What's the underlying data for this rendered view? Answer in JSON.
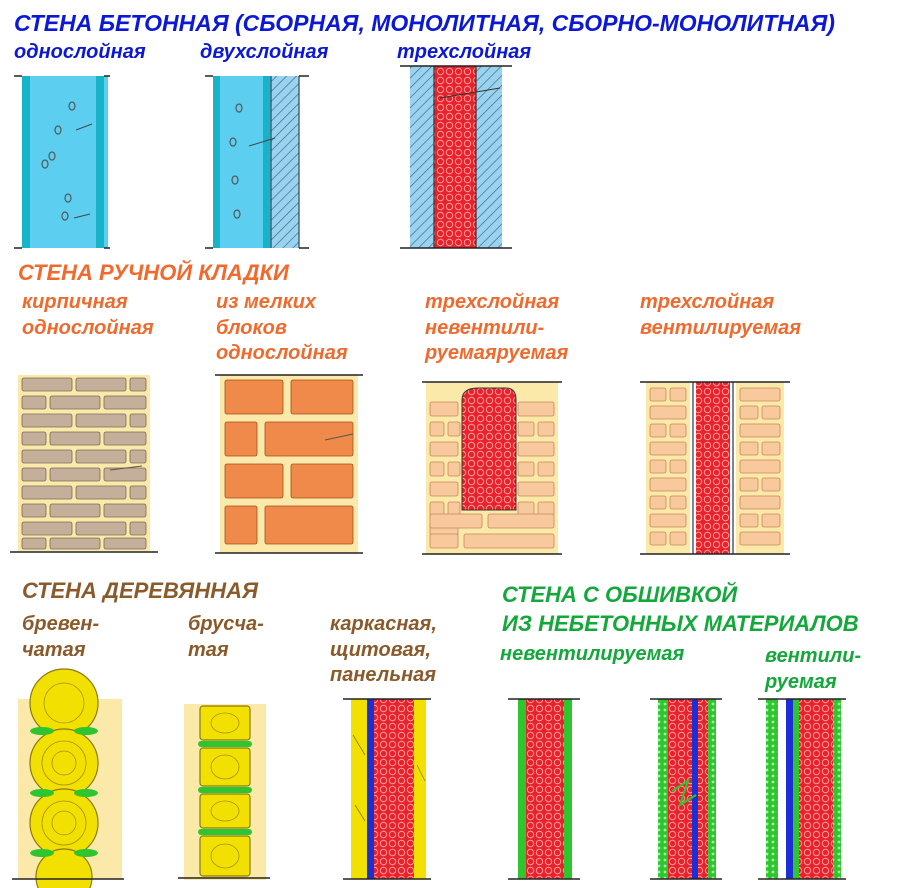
{
  "concrete": {
    "heading": "СТЕНА БЕТОННАЯ (СБОРНАЯ, МОНОЛИТНАЯ, СБОРНО-МОНОЛИТНАЯ)",
    "single_layer": "однослойная",
    "double_layer": "двухслойная",
    "triple_layer": "трехслойная"
  },
  "masonry": {
    "heading": "СТЕНА РУЧНОЙ КЛАДКИ",
    "brick": "кирпичная\nоднослойная",
    "small_blocks": "из мелких\nблоков\nоднослойная",
    "triple_nonvent": "трехслойная\nневентили-\nруемаяруемая",
    "triple_vent": "трехслойная\nвентилируемая"
  },
  "wooden": {
    "heading": "СТЕНА ДЕРЕВЯННАЯ",
    "log": "бревен-\nчатая",
    "beam": "бруcча-\nтая",
    "frame": "каркасная,\nщитовая,\nпанельная"
  },
  "clad": {
    "heading": "СТЕНА С ОБШИВКОЙ\nИЗ НЕБЕТОННЫХ МАТЕРИАЛОВ",
    "nonvent": "невентилируемая",
    "vent": "вентили-\nруемая"
  },
  "colors": {
    "concrete": "#5ccff0",
    "concrete_edge": "#16b3c9",
    "insulation": "#e8222a",
    "brick_light": "#f7c99c",
    "block": "#f08a4b",
    "beige_brick": "#c4b09a",
    "mortar": "#fae9a8",
    "wood": "#f2e100",
    "green": "#2fc52f",
    "air_gap": "#1b2fd4"
  }
}
